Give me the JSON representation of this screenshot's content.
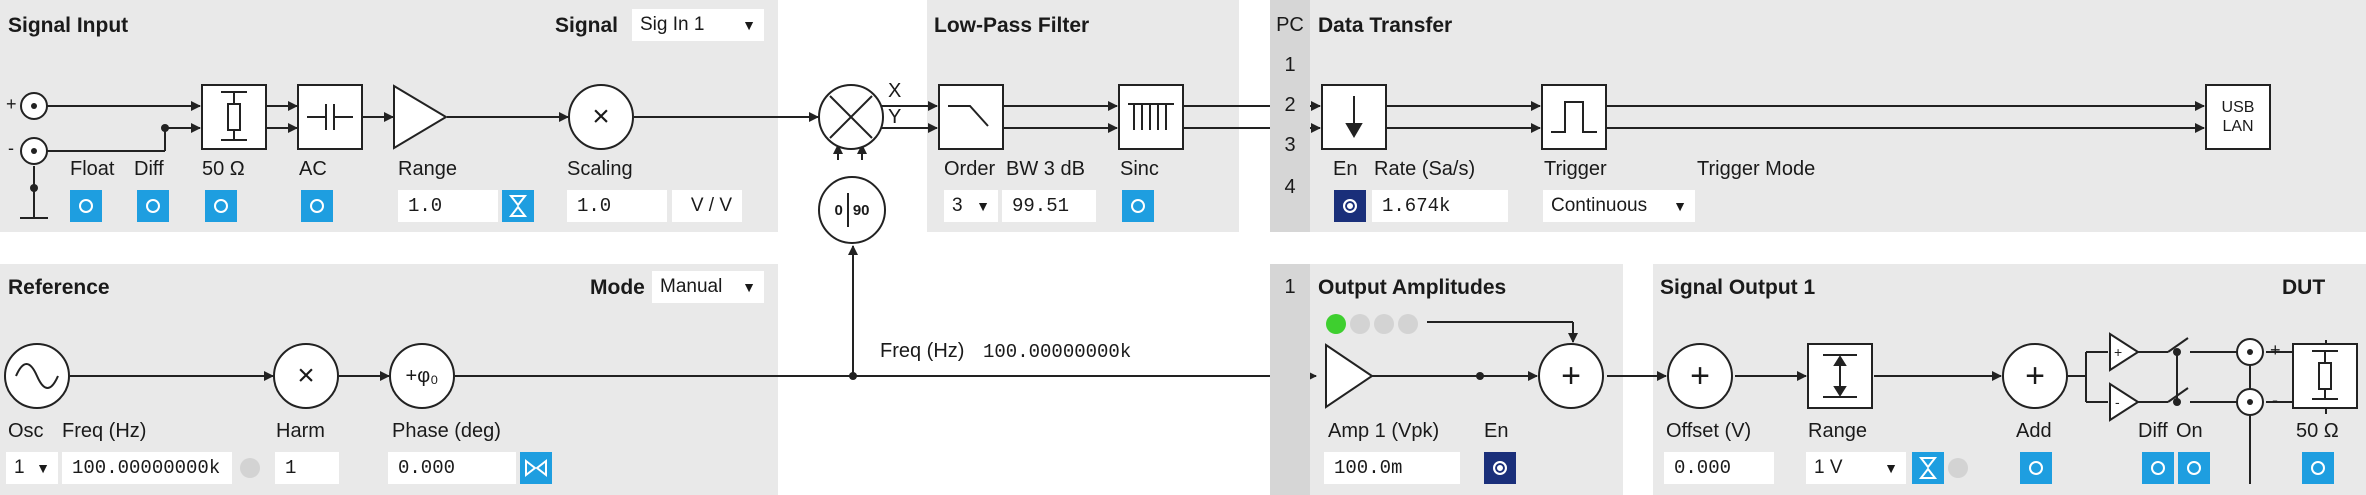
{
  "signal_input": {
    "title": "Signal Input",
    "signal_label": "Signal",
    "signal_value": "Sig In 1",
    "float_label": "Float",
    "diff_label": "Diff",
    "imp_label": "50 Ω",
    "ac_label": "AC",
    "range_label": "Range",
    "range_value": "1.0",
    "scaling_label": "Scaling",
    "scaling_value": "1.0",
    "scaling_unit": "V / V",
    "plus_sign": "+",
    "minus_sign": "-"
  },
  "demodulator": {
    "x_label": "X",
    "y_label": "Y",
    "phase_0": "0",
    "phase_90": "90"
  },
  "lowpass": {
    "title": "Low-Pass Filter",
    "order_label": "Order",
    "order_value": "3",
    "bw_label": "BW 3 dB",
    "bw_value": "99.51",
    "sinc_label": "Sinc"
  },
  "data_transfer": {
    "pc_label": "PC",
    "title": "Data Transfer",
    "channels": [
      "1",
      "2",
      "3",
      "4"
    ],
    "en_label": "En",
    "rate_label": "Rate (Sa/s)",
    "rate_value": "1.674k",
    "trigger_label": "Trigger",
    "trigger_mode_label": "Trigger Mode",
    "trigger_mode_value": "Continuous",
    "usb_label": "USB",
    "lan_label": "LAN"
  },
  "reference": {
    "title": "Reference",
    "mode_label": "Mode",
    "mode_value": "Manual",
    "osc_label": "Osc",
    "osc_value": "1",
    "freq_label": "Freq (Hz)",
    "freq_value": "100.00000000k",
    "harm_label": "Harm",
    "harm_value": "1",
    "phase_label": "Phase (deg)",
    "phase_value": "0.000",
    "phi_symbol": "+φ₀",
    "bus_freq_label": "Freq (Hz)",
    "bus_freq_value": "100.00000000k"
  },
  "output_amplitudes": {
    "tab": "1",
    "title": "Output Amplitudes",
    "amp_label": "Amp 1 (Vpk)",
    "amp_value": "100.0m",
    "en_label": "En"
  },
  "signal_output": {
    "title": "Signal Output 1",
    "offset_label": "Offset (V)",
    "offset_value": "0.000",
    "range_label": "Range",
    "range_value": "1 V",
    "add_label": "Add",
    "diff_label": "Diff",
    "on_label": "On",
    "plus_sign": "+",
    "minus_sign": "-"
  },
  "dut": {
    "title": "DUT",
    "imp_label": "50 Ω"
  },
  "colors": {
    "panel": "#e9e9e9",
    "toggle_blue": "#1e9ee0",
    "toggle_on": "#1a2f7a",
    "led_green": "#3ecf2f",
    "led_off": "#d3d3d3"
  }
}
